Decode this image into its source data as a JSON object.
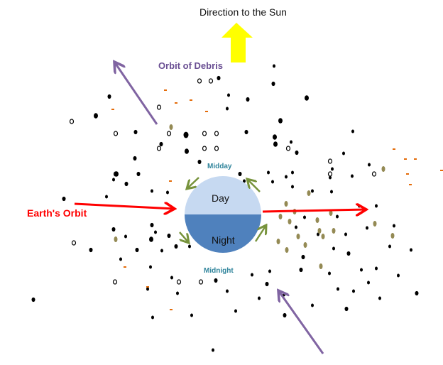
{
  "labels": {
    "sun_direction": "Direction to the Sun",
    "debris_orbit": "Orbit of Debris",
    "earth_orbit": "Earth's Orbit",
    "midday": "Midday",
    "midnight": "Midnight",
    "day": "Day",
    "night": "Night"
  },
  "colors": {
    "sun_arrow": "#ffff00",
    "earth_orbit": "#ff0000",
    "debris_orbit": "#8064a2",
    "rotation": "#77933c",
    "day": "#c6d9f1",
    "night": "#4f81bd",
    "debris": "#000000",
    "dust": "#948a54",
    "dash": "#e46c0a"
  }
}
